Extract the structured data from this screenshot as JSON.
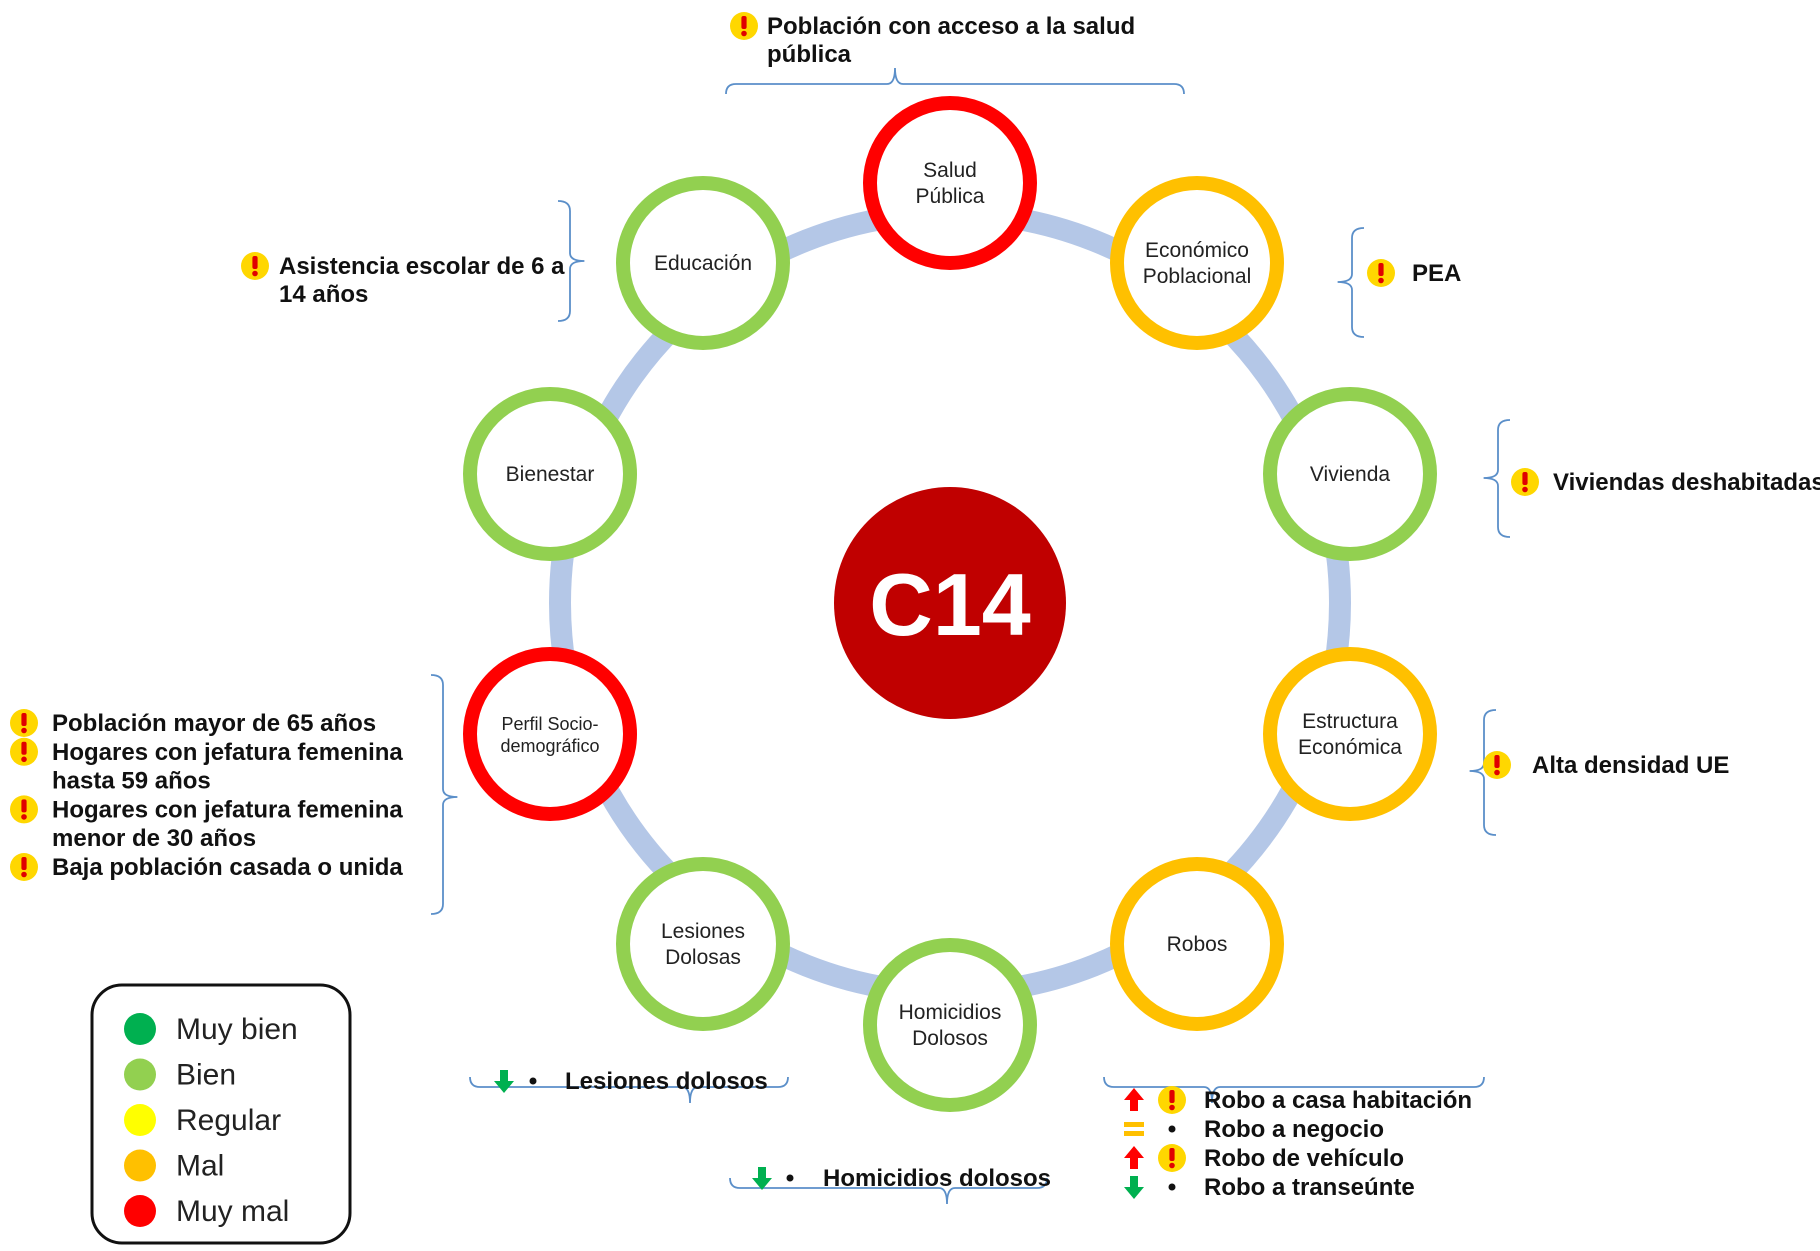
{
  "center": {
    "label": "C14",
    "color": "#c00000"
  },
  "status_colors": {
    "muy_bien": "#00b050",
    "bien": "#92d050",
    "regular": "#ffff00",
    "mal": "#ffc000",
    "muy_mal": "#ff0000"
  },
  "ring_color": "#b4c7e7",
  "nodes": [
    {
      "id": "salud-publica",
      "lines": [
        "Salud",
        "Pública"
      ],
      "status": "muy_mal"
    },
    {
      "id": "economico-poblacional",
      "lines": [
        "Económico",
        "Poblacional"
      ],
      "status": "mal"
    },
    {
      "id": "vivienda",
      "lines": [
        "Vivienda"
      ],
      "status": "bien"
    },
    {
      "id": "estructura-economica",
      "lines": [
        "Estructura",
        "Económica"
      ],
      "status": "mal"
    },
    {
      "id": "robos",
      "lines": [
        "Robos"
      ],
      "status": "mal"
    },
    {
      "id": "homicidios-dolosos",
      "lines": [
        "Homicidios",
        "Dolosos"
      ],
      "status": "bien"
    },
    {
      "id": "lesiones-dolosas",
      "lines": [
        "Lesiones",
        "Dolosas"
      ],
      "status": "bien"
    },
    {
      "id": "perfil-sociodemografico",
      "lines": [
        "Perfil Socio-",
        "demográfico"
      ],
      "status": "muy_mal"
    },
    {
      "id": "bienestar",
      "lines": [
        "Bienestar"
      ],
      "status": "bien"
    },
    {
      "id": "educacion",
      "lines": [
        "Educación"
      ],
      "status": "bien"
    }
  ],
  "indicators": {
    "salud_publica": [
      {
        "markers": [
          "alert-icon"
        ],
        "lines": [
          "Población con acceso a la salud",
          "pública"
        ]
      }
    ],
    "economico_poblacional": [
      {
        "markers": [
          "alert-icon"
        ],
        "lines": [
          "PEA"
        ]
      }
    ],
    "vivienda": [
      {
        "markers": [
          "alert-icon"
        ],
        "lines": [
          "Viviendas deshabitadas"
        ]
      }
    ],
    "estructura_economica": [
      {
        "markers": [
          "alert-icon"
        ],
        "lines": [
          "Alta densidad UE"
        ]
      }
    ],
    "robos": [
      {
        "markers": [
          "arrow-up-icon",
          "alert-icon"
        ],
        "lines": [
          "Robo a casa habitación"
        ]
      },
      {
        "markers": [
          "equal-icon",
          "bullet"
        ],
        "lines": [
          "Robo a negocio"
        ]
      },
      {
        "markers": [
          "arrow-up-icon",
          "alert-icon"
        ],
        "lines": [
          "Robo de vehículo"
        ]
      },
      {
        "markers": [
          "arrow-down-icon",
          "bullet"
        ],
        "lines": [
          "Robo a transeúnte"
        ]
      }
    ],
    "homicidios_dolosos": [
      {
        "markers": [
          "arrow-down-icon",
          "bullet"
        ],
        "lines": [
          "Homicidios dolosos"
        ]
      }
    ],
    "lesiones_dolosas": [
      {
        "markers": [
          "arrow-down-icon",
          "bullet"
        ],
        "lines": [
          "Lesiones dolosos"
        ]
      }
    ],
    "perfil_sociodemografico": [
      {
        "markers": [
          "alert-icon"
        ],
        "lines": [
          "Población mayor de 65 años"
        ]
      },
      {
        "markers": [
          "alert-icon"
        ],
        "lines": [
          "Hogares con jefatura femenina",
          "hasta 59 años"
        ]
      },
      {
        "markers": [
          "alert-icon"
        ],
        "lines": [
          "Hogares con jefatura femenina",
          "menor de 30  años"
        ]
      },
      {
        "markers": [
          "alert-icon"
        ],
        "lines": [
          "Baja población casada o unida"
        ]
      }
    ],
    "educacion": [
      {
        "markers": [
          "alert-icon"
        ],
        "lines": [
          "Asistencia escolar de 6 a",
          "14 años"
        ]
      }
    ]
  },
  "legend": [
    {
      "label": "Muy bien",
      "status": "muy_bien"
    },
    {
      "label": "Bien",
      "status": "bien"
    },
    {
      "label": "Regular",
      "status": "regular"
    },
    {
      "label": "Mal",
      "status": "mal"
    },
    {
      "label": "Muy mal",
      "status": "muy_mal"
    }
  ],
  "trend_colors": {
    "up": "#ff0000",
    "down": "#00b050",
    "equal": "#ffc000",
    "alert_fill": "#ffd700",
    "alert_mark": "#e00000"
  }
}
